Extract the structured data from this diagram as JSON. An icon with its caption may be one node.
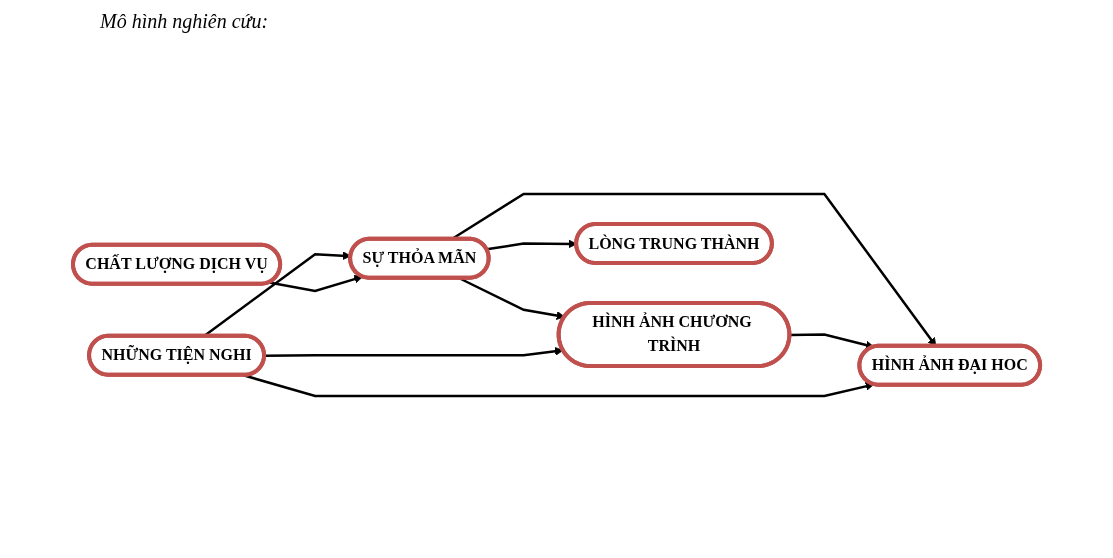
{
  "diagram": {
    "title": "Mô hình nghiên cứu:",
    "nodes": [
      {
        "text": [
          "CHẤT LƯỢNG DỊCH VỤ"
        ]
      },
      {
        "text": [
          "HÌNH ẢNH CHƯƠNG TRÌNH"
        ]
      },
      {
        "text": [
          "HÌNH ẢNH ĐẠI HOC"
        ]
      },
      {
        "text": [
          "LÒNG TRUNG THÀNH"
        ]
      },
      {
        "text": [
          "NHỮNG TIỆN NGHI"
        ]
      },
      {
        "text": [
          "SỰ THỎA MÃN"
        ]
      }
    ],
    "edges": [
      {
        "from": 0,
        "to": 5,
        "arrow": "to"
      },
      {
        "from": 4,
        "to": 1,
        "arrow": "to"
      },
      {
        "from": 4,
        "to": 2,
        "arrow": "to"
      },
      {
        "from": 4,
        "to": 5,
        "arrow": "to"
      },
      {
        "from": 1,
        "to": 2,
        "arrow": "to"
      },
      {
        "from": 5,
        "to": 2,
        "arrow": "to"
      },
      {
        "from": 5,
        "to": 1,
        "arrow": "to"
      },
      {
        "from": 5,
        "to": 3,
        "arrow": "to"
      }
    ]
  }
}
